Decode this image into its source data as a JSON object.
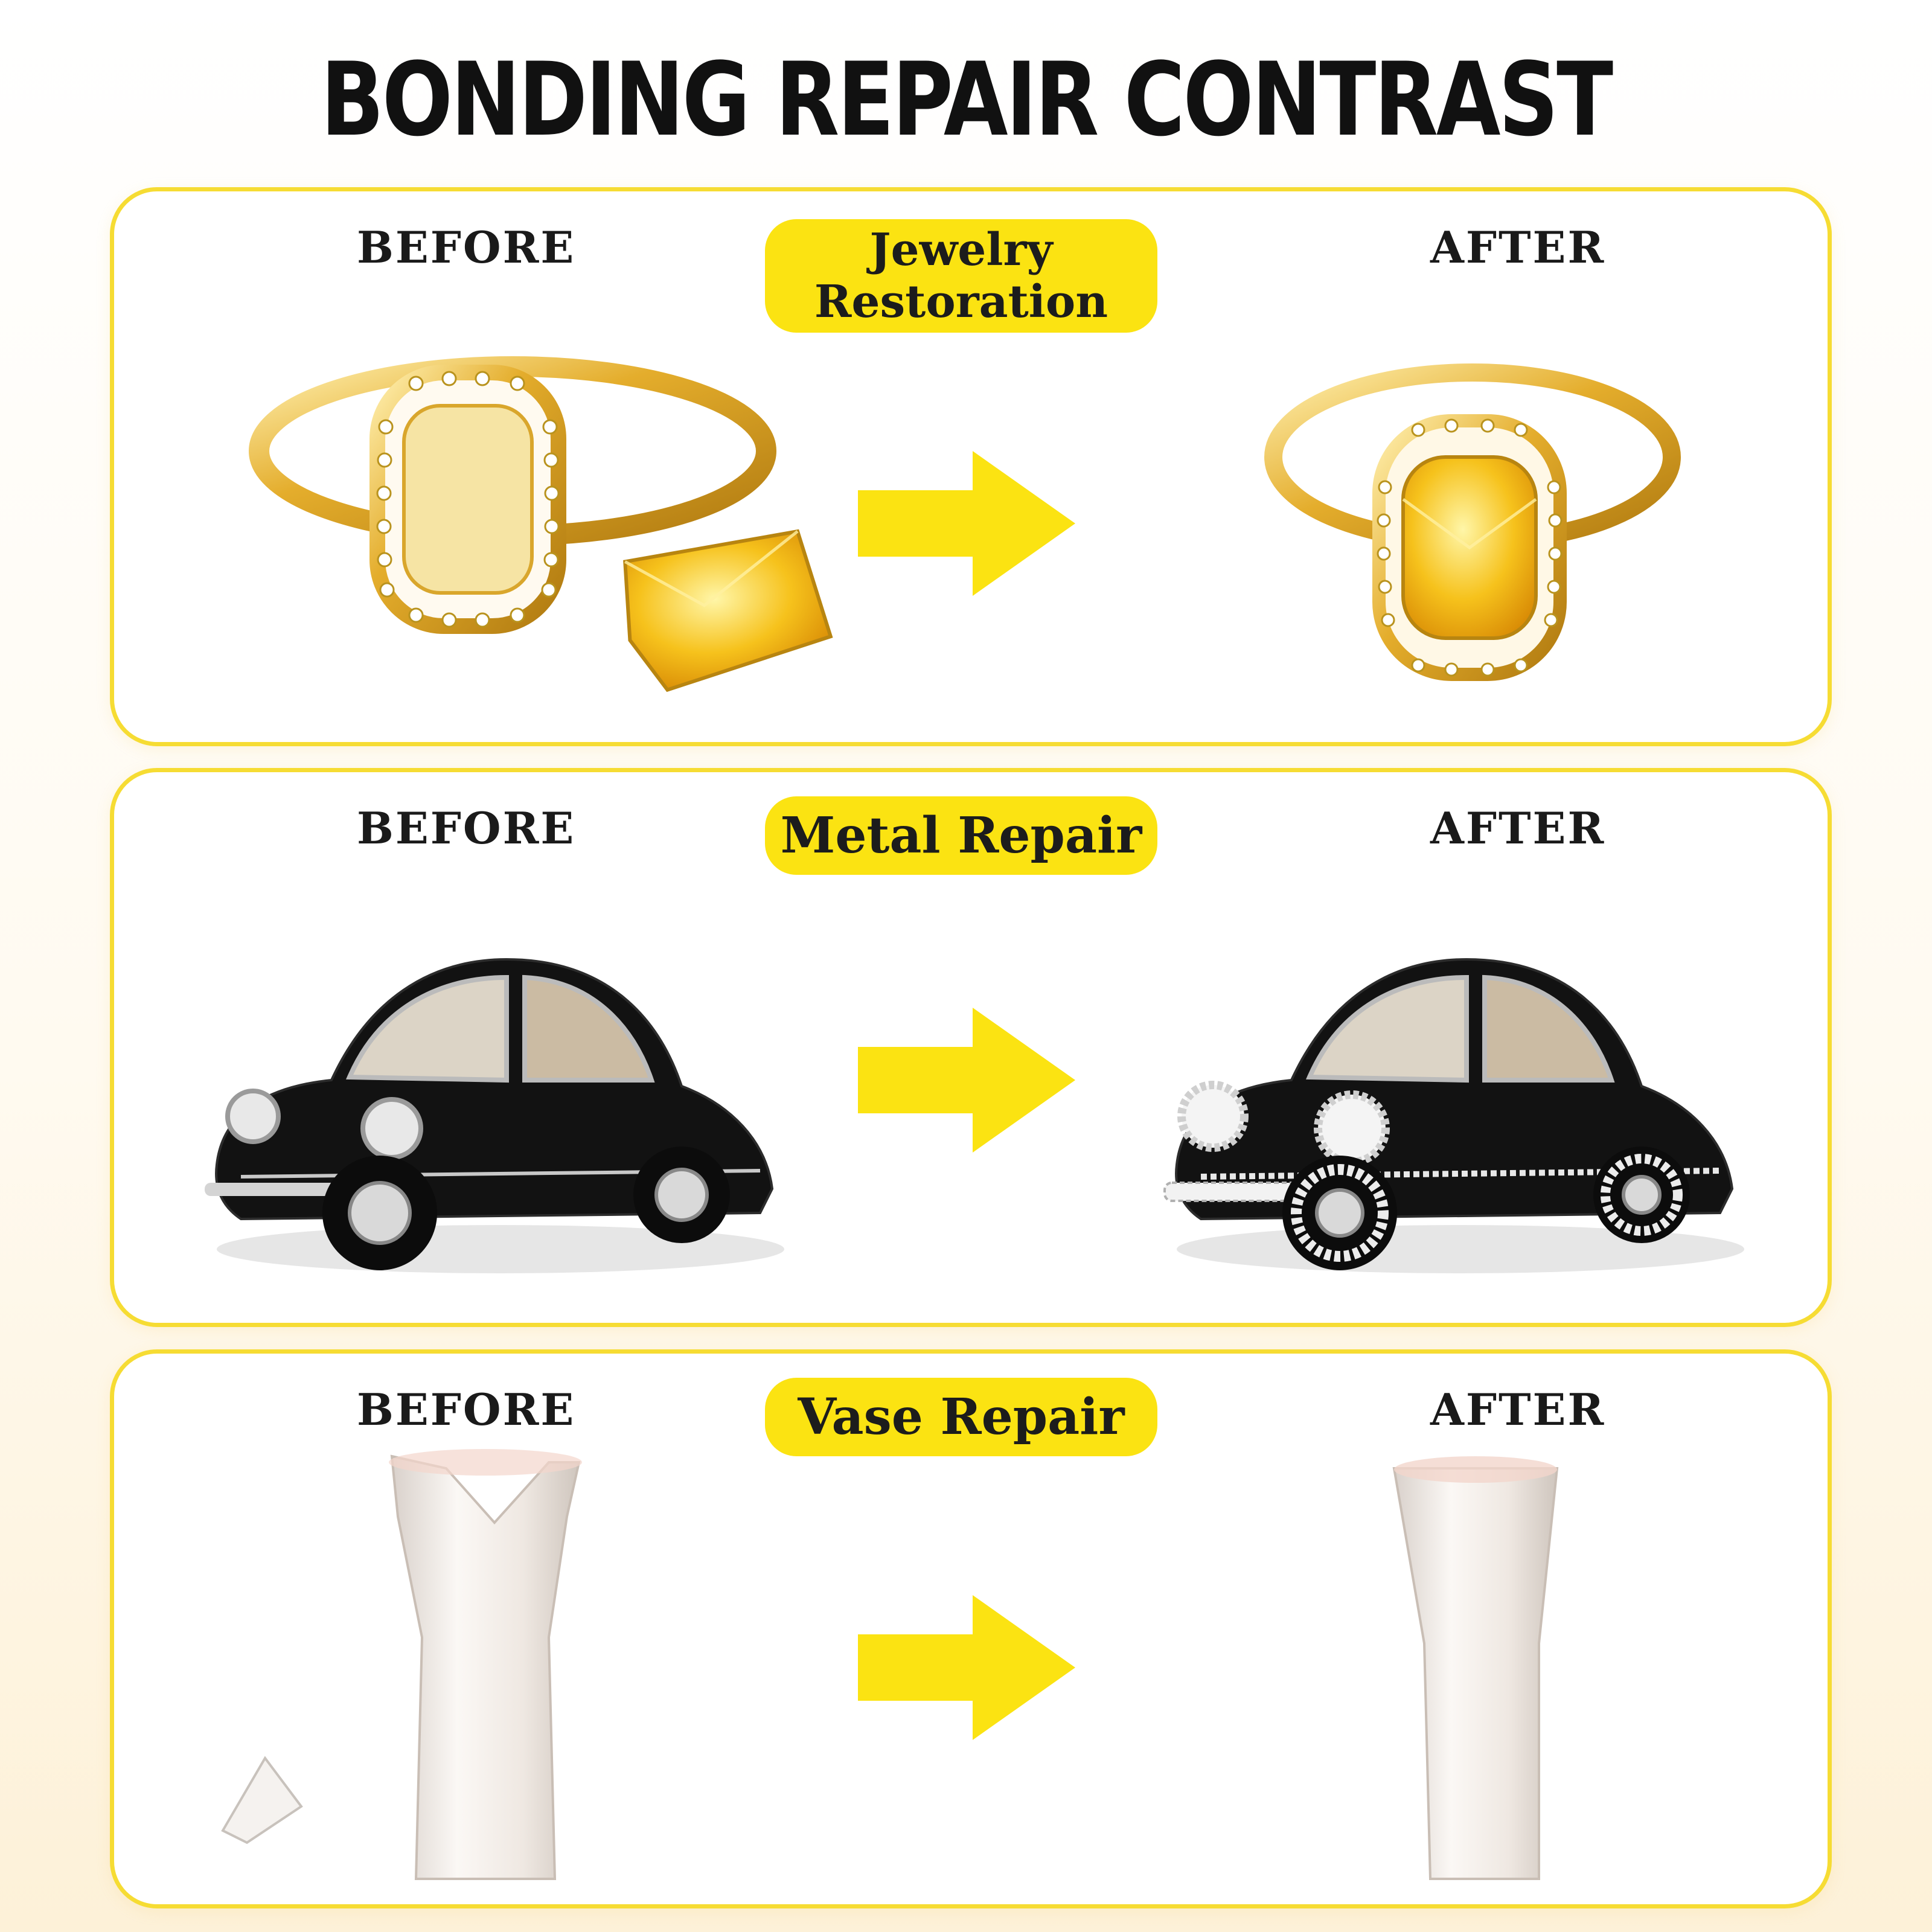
{
  "header": {
    "title": "BONDING REPAIR CONTRAST"
  },
  "sections": [
    {
      "before_label": "BEFORE",
      "after_label": "AFTER",
      "category_line1": "Jewelry",
      "category_line2": "Restoration"
    },
    {
      "before_label": "BEFORE",
      "after_label": "AFTER",
      "category": "Metal Repair"
    },
    {
      "before_label": "BEFORE",
      "after_label": "AFTER",
      "category": "Vase Repair"
    }
  ],
  "colors": {
    "accent_yellow": "#fbe312",
    "panel_border": "#f6dc33",
    "gold": "#e0a830",
    "gem_yellow": "#f5c21a",
    "car_black": "#121212",
    "porcelain": "#f1ebe6"
  },
  "icons": [
    "right-arrow-icon"
  ]
}
